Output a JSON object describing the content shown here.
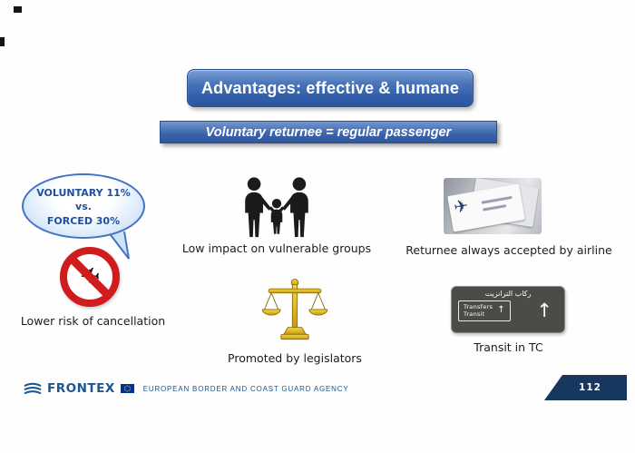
{
  "slide": {
    "title": "Advantages: effective & humane",
    "subtitle": "Voluntary returnee = regular passenger",
    "bubble": {
      "line1": "VOLUNTARY 11%",
      "line2": "vs.",
      "line3": "FORCED 30%"
    },
    "captions": {
      "vulnerable_groups": "Low impact on vulnerable groups",
      "airline": "Returnee always accepted by airline",
      "cancellation": "Lower risk of cancellation",
      "legislators": "Promoted by legislators",
      "transit": "Transit in TC"
    },
    "transit_sign": {
      "arabic": "ركاب الترانزيت",
      "line1": "Transfers",
      "line2": "Transit"
    },
    "footer": {
      "brand": "FRONTEX",
      "agency": "EUROPEAN BORDER AND COAST GUARD AGENCY",
      "page_number": "112"
    }
  },
  "colors": {
    "banner_blue": "#3a66b0",
    "banner_blue_dark": "#2d549f",
    "bubble_border": "#4472c4",
    "bubble_text": "#1e4f9e",
    "prohibition_red": "#cf1d1d",
    "scale_gold": "#eec41c",
    "sign_gray": "#4b4b47",
    "footer_blue": "#1a5693",
    "navy_tab": "#17375e",
    "eu_blue": "#003399",
    "star_yellow": "#ffcc00"
  }
}
